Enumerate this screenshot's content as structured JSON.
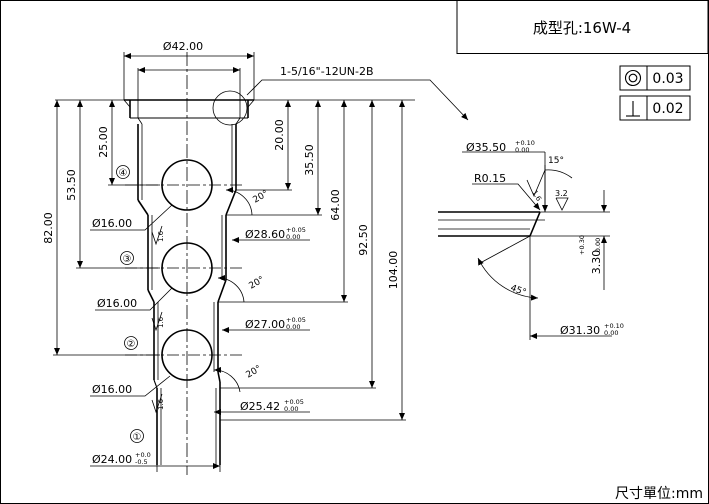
{
  "title_block": {
    "title": "成型孔:16W-4",
    "units": "尺寸單位:mm"
  },
  "tolerances": [
    {
      "icon": "concentricity-icon",
      "value": "0.03"
    },
    {
      "icon": "perpendicularity-icon",
      "value": "0.02"
    }
  ],
  "dims": {
    "d42": "Ø42.00",
    "thread": "1-5/16\"-12UN-2B",
    "v25": "25.00",
    "v53_50": "53.50",
    "v82": "82.00",
    "v20": "20.00",
    "v35_50": "35.50",
    "v64": "64.00",
    "v92_50": "92.50",
    "v104": "104.00",
    "d16_1": "Ø16.00",
    "d16_2": "Ø16.00",
    "d16_3": "Ø16.00",
    "d28_60": "Ø28.60",
    "d28_60_up": "+0.05",
    "d28_60_lo": "0.00",
    "d27": "Ø27.00",
    "d27_up": "+0.05",
    "d27_lo": "0.00",
    "d25_42": "Ø25.42",
    "d25_42_up": "+0.05",
    "d25_42_lo": "0.00",
    "d24": "Ø24.00",
    "d24_up": "+0.0",
    "d24_lo": "-0.5",
    "ang1": "20°",
    "ang2": "20°",
    "ang3": "20°",
    "d35_50": "Ø35.50",
    "d35_50_up": "+0.10",
    "d35_50_lo": "0.00",
    "r015": "R0.15",
    "ang15": "15°",
    "rough16": "1.6",
    "rough32": "3.2",
    "ang45": "45°",
    "v3_30": "3.30",
    "v3_30_up": "+0.30",
    "v3_30_lo": "0.00",
    "d31_30": "Ø31.30",
    "d31_30_up": "+0.10",
    "d31_30_lo": "0.00",
    "rough_a": "1.6",
    "rough_b": "1.6",
    "rough_c": "1.6"
  },
  "ports": [
    "④",
    "③",
    "②",
    "①"
  ]
}
